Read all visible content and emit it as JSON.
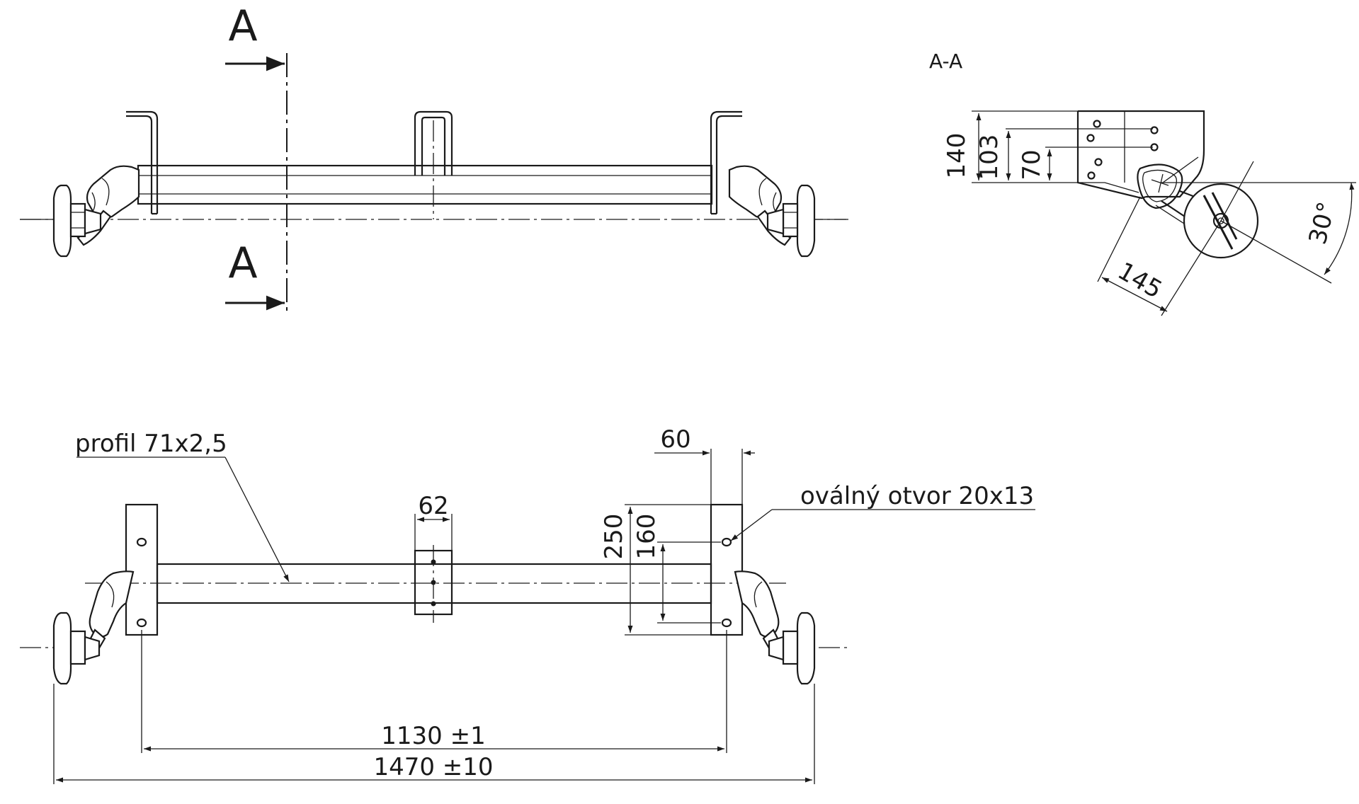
{
  "section": {
    "marker": "A",
    "title": "A-A"
  },
  "dimensions": {
    "h140": "140",
    "h103": "103",
    "h70": "70",
    "d145": "145",
    "angle30": "30°",
    "w60": "60",
    "w62": "62",
    "h250": "250",
    "h160": "160",
    "span1130": "1130 ±1",
    "span1470": "1470 ±10"
  },
  "labels": {
    "profile": "profil 71x2,5",
    "hole": "oválný otvor 20x13"
  },
  "colors": {
    "line": "#1a1a1a",
    "background": "#ffffff"
  }
}
